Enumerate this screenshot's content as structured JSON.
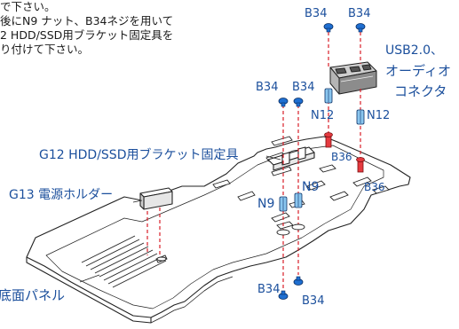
{
  "instructions": [
    "で下さい。",
    "後にN9 ナット、B34ネジを用いて",
    "2 HDD/SSD用ブラケット固定具を",
    "り付けて下さい。"
  ],
  "labels": {
    "b34_top_left": "B34",
    "b34_top_right": "B34",
    "b34_mid_left": "B34",
    "b34_mid_right": "B34",
    "usb_line1": "USB2.0、",
    "usb_line2": "オーディオ",
    "usb_line3": "コネクタ",
    "n12_left": "N12",
    "n12_right": "N12",
    "g12": "G12 HDD/SSD用ブラケット固定具",
    "b36_left": "B36",
    "b36_right": "B36",
    "n9_right": "N9",
    "n9_left": "N9",
    "g13": "G13 電源ホルダー",
    "b34_bottom_left": "B34",
    "b34_bottom_right": "B34",
    "bottom_panel": "底面パネル"
  },
  "colors": {
    "screw_label": "#1b4f9c",
    "part_label": "#1b4f9c",
    "guide_line": "#d81e28",
    "line_art": "#222222"
  }
}
